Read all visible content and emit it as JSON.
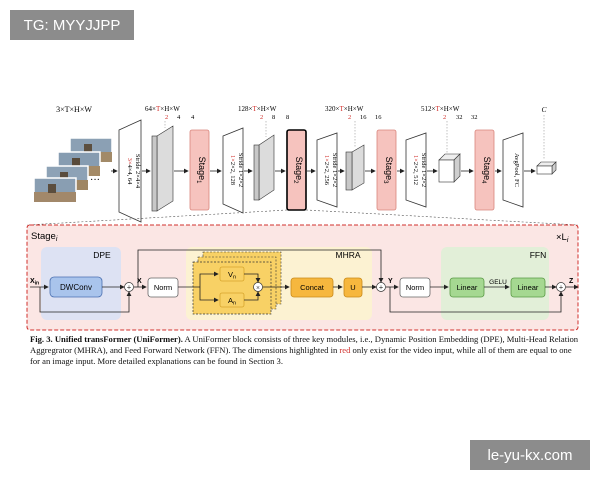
{
  "watermarks": {
    "top_left": "TG: MYYJJPP",
    "bottom_right": "le-yu-kx.com"
  },
  "top": {
    "dims": {
      "input": "3×T×H×W",
      "d1": {
        "c": "64×",
        "t": "T",
        "t_den": "2",
        "h": "H",
        "h_den": "4",
        "w": "W",
        "w_den": "4"
      },
      "d2": {
        "c": "128×",
        "t": "T",
        "t_den": "2",
        "h": "H",
        "h_den": "8",
        "w": "W",
        "w_den": "8"
      },
      "d3": {
        "c": "320×",
        "t": "T",
        "t_den": "2",
        "h": "H",
        "h_den": "16",
        "w": "W",
        "w_den": "16"
      },
      "d4": {
        "c": "512×",
        "t": "T",
        "t_den": "2",
        "h": "H",
        "h_den": "32",
        "w": "W",
        "w_den": "32"
      },
      "c": "C"
    },
    "convs": [
      {
        "red": "3×",
        "rest": "4×4, 64",
        "stride": "Stride 2×4×4"
      },
      {
        "red": "1×",
        "rest": "2×2, 128",
        "stride": "Stride 1×2×2"
      },
      {
        "red": "1×",
        "rest": "2×2, 256",
        "stride": "Stride 1×2×2"
      },
      {
        "red": "1×",
        "rest": "2×2, 512",
        "stride": "Stride 1×2×2"
      }
    ],
    "stages": [
      {
        "label": "Stage",
        "sub": "1"
      },
      {
        "label": "Stage",
        "sub": "2"
      },
      {
        "label": "Stage",
        "sub": "3"
      },
      {
        "label": "Stage",
        "sub": "4"
      }
    ],
    "head": "AvgPool, FC",
    "dots": "···"
  },
  "block": {
    "stage_label": "Stage",
    "stage_sub": "i",
    "repeat": "×L",
    "repeat_sub": "i",
    "dpe": {
      "title": "DPE",
      "op": "DWConv"
    },
    "mhra": {
      "title": "MHRA",
      "v": "V",
      "v_sub": "n",
      "a": "A",
      "a_sub": "n",
      "concat": "Concat",
      "u": "U"
    },
    "ffn": {
      "title": "FFN",
      "linear1": "Linear",
      "gelu": "GELU",
      "linear2": "Linear"
    },
    "norm1": "Norm",
    "norm2": "Norm",
    "x_in": "X",
    "x_in_sub": "in",
    "x": "X",
    "y": "Y",
    "z": "Z",
    "plus": "+",
    "times": "×"
  },
  "caption": {
    "fig": "Fig. 3.",
    "title": "Unified transFormer (UniFormer).",
    "text1": " A UniFormer block consists of three key modules, i.e., Dynamic Position Embedding (DPE), Multi-Head Relation Aggregrator (MHRA), and Feed Forward Network (FFN). The dimensions highlighted in ",
    "red": "red",
    "text2": " only exist for the video input, while all of them are equal to one for an image input. More detailed explanations can be found in Section 3."
  },
  "colors": {
    "stage_fill": "#f6c3be",
    "stage_border": "#d9857c",
    "block_bg": "#fbe6e4",
    "dpe_bg": "#dde2f3",
    "mhra_bg": "#fcf2d2",
    "ffn_bg": "#e2efd8",
    "dwconv": "#a9c4ec",
    "linear": "#a5d891",
    "yellow": "#f8d165",
    "yellow_border": "#d8a52c",
    "red": "#d0302c"
  }
}
